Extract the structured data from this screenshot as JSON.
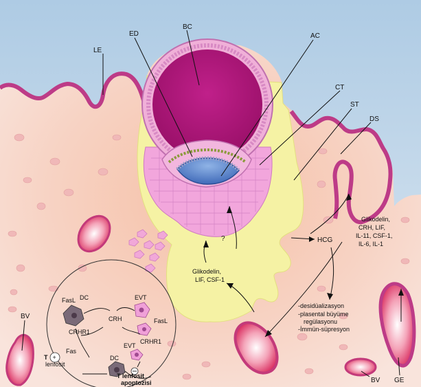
{
  "labels": {
    "LE": "LE",
    "ED": "ED",
    "BC": "BC",
    "AC": "AC",
    "CT": "CT",
    "ST": "ST",
    "DS": "DS",
    "BV_left": "BV",
    "BV_bottom": "BV",
    "GE": "GE",
    "HCG": "HCG",
    "question": "?"
  },
  "glandular_factors": [
    "Glikodelin,",
    "CRH, LIF,",
    "IL-11, CSF-1,",
    "IL-6, IL-1"
  ],
  "trophoblast_factors": [
    "Glikodelin,",
    "LIF, CSF-1"
  ],
  "hcg_effects": [
    "-desidüalizasyon",
    "-plasental büyüme",
    "regülasyonu",
    "-İmmün-süpresyon"
  ],
  "immune_inset": {
    "FasL_left": "FasL",
    "DC_top": "DC",
    "EVT_top": "EVT",
    "CRH": "CRH",
    "FasL_right": "FasL",
    "CRHR1_left": "CRHR1",
    "CRHR1_right": "CRHR1",
    "Fas": "Fas",
    "T": "T",
    "lenfosit": "lenfosit",
    "EVT_bottom": "EVT",
    "DC_bottom": "DC",
    "apoptosis_line1": "T lenfosit",
    "apoptosis_line2": "apoptozisi"
  },
  "colors": {
    "lumen": "#b9d4e8",
    "decidua": "#f7cfc0",
    "epithelium": "#c03a8a",
    "blastocoel": "#b3177a",
    "trophoblast": "#f1a8d8",
    "syncytium": "#f4f1a0",
    "amnion": "#4f7ac8",
    "vessel": "#e0305a"
  }
}
